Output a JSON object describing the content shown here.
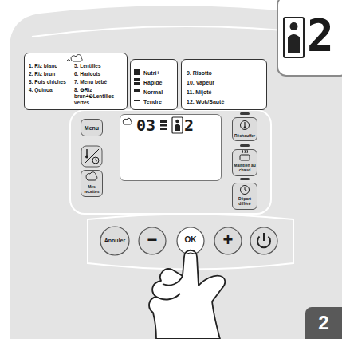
{
  "diagram": {
    "nodes": [
      {
        "text": [
          "1. Riz blanc",
          "2. Riz brun",
          "3. Pois chiches",
          "4. Quinoa",
          "5. Lentilles",
          "6. Haricots",
          "7. Menu bébé",
          "8. ❶Riz brun+❷Lentilles vertes"
        ]
      },
      {
        "text": [
          "Nutri+",
          "Rapide",
          "Normal",
          "Tendre"
        ]
      },
      {
        "text": [
          "9. Risotto",
          "10. Vapeur",
          "11. Mijoté",
          "12. Wok/Sauté"
        ]
      },
      {
        "text": [
          "2"
        ]
      },
      {
        "text": [
          "Menu"
        ]
      },
      {
        "text": [
          "Mes recettes"
        ]
      },
      {
        "text": [
          "03",
          "2"
        ]
      },
      {
        "text": [
          "Réchauffer"
        ]
      },
      {
        "text": [
          "Maintien au chaud"
        ]
      },
      {
        "text": [
          "Départ différé"
        ]
      },
      {
        "text": [
          "Annuler"
        ]
      },
      {
        "text": [
          "−"
        ]
      },
      {
        "text": [
          "OK"
        ]
      },
      {
        "text": [
          "+"
        ]
      },
      {
        "text": [
          "2"
        ]
      }
    ]
  }
}
